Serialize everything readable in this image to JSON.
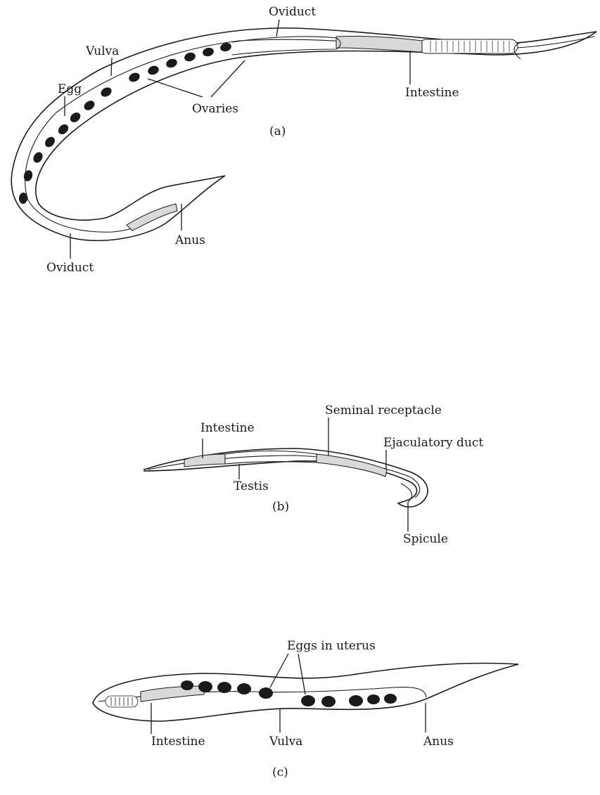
{
  "panel_a": {
    "labels": {
      "oviduct_top": "Oviduct",
      "vulva": "Vulva",
      "egg": "Egg",
      "ovaries": "Ovaries",
      "intestine": "Intestine",
      "anus": "Anus",
      "oviduct_bottom": "Oviduct"
    },
    "caption": "(a)"
  },
  "panel_b": {
    "labels": {
      "intestine": "Intestine",
      "seminal_receptacle": "Seminal receptacle",
      "ejaculatory_duct": "Ejaculatory duct",
      "testis": "Testis",
      "spicule": "Spicule"
    },
    "caption": "(b)"
  },
  "panel_c": {
    "labels": {
      "eggs_in_uterus": "Eggs in uterus",
      "intestine": "Intestine",
      "vulva": "Vulva",
      "anus": "Anus"
    },
    "caption": "(c)"
  }
}
